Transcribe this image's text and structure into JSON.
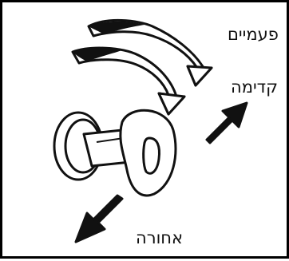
{
  "labels": {
    "twice": "פעמיים",
    "forward": "קדימה",
    "back": "אחורה"
  },
  "colors": {
    "ink": "#111111",
    "background": "#ffffff"
  },
  "icons": [
    "curved-arrow-upper-icon",
    "curved-arrow-lower-icon",
    "key-fob-icon",
    "forward-arrow-icon",
    "backward-arrow-icon"
  ]
}
